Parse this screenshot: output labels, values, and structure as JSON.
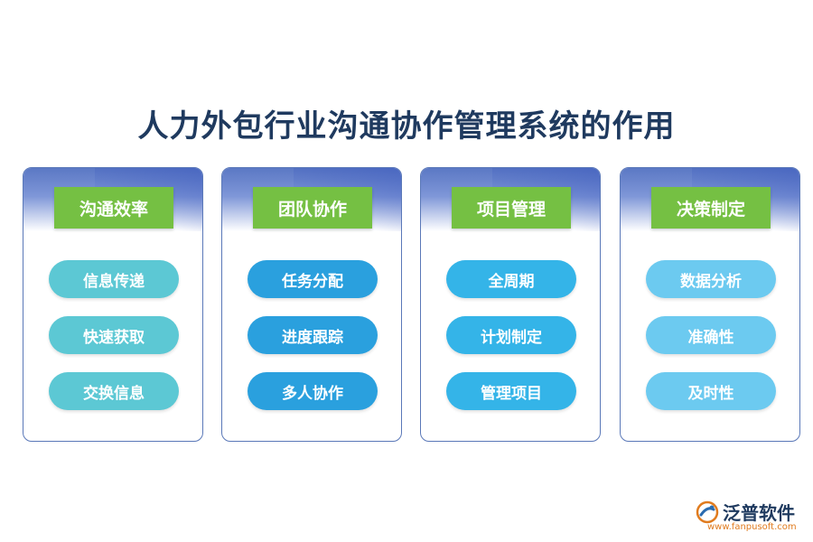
{
  "title": "人力外包行业沟通协作管理系统的作用",
  "cards": [
    {
      "header": "沟通效率",
      "items": [
        "信息传递",
        "快速获取",
        "交换信息"
      ],
      "pill_color": "#5cc8d4"
    },
    {
      "header": "团队协作",
      "items": [
        "任务分配",
        "进度跟踪",
        "多人协作"
      ],
      "pill_color": "#2aa0de"
    },
    {
      "header": "项目管理",
      "items": [
        "全周期",
        "计划制定",
        "管理项目"
      ],
      "pill_color": "#34b4e8"
    },
    {
      "header": "决策制定",
      "items": [
        "数据分析",
        "准确性",
        "及时性"
      ],
      "pill_color": "#6ccaf0"
    }
  ],
  "header_color": "#75c043",
  "logo": {
    "name": "泛普软件",
    "url": "www.fanpusoft.com",
    "icon": "fanpu-logo-icon"
  }
}
